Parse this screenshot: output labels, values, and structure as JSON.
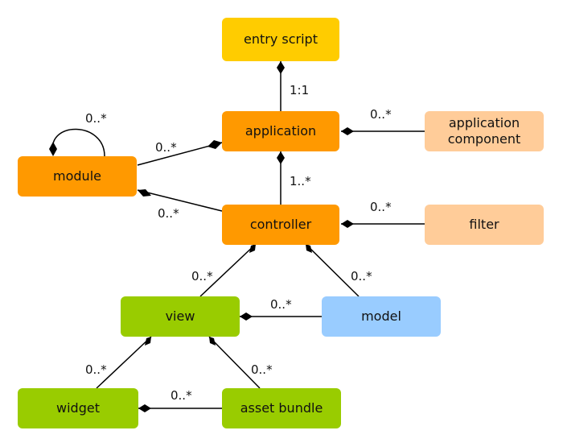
{
  "colors": {
    "yellow": "#FFCC00",
    "orange": "#FF9900",
    "peach": "#FFCC99",
    "green": "#99CC00",
    "blue": "#99CCFF",
    "line": "#000000"
  },
  "nodes": {
    "entry_script": "entry script",
    "application": "application",
    "application_component": "application\ncomponent",
    "module": "module",
    "controller": "controller",
    "filter": "filter",
    "view": "view",
    "model": "model",
    "widget": "widget",
    "asset_bundle": "asset bundle"
  },
  "multiplicities": {
    "module_self": "0..*",
    "application_module": "0..*",
    "entry_application": "1:1",
    "application_component": "0..*",
    "application_controller": "1..*",
    "module_controller": "0..*",
    "controller_filter": "0..*",
    "controller_view": "0..*",
    "controller_model": "0..*",
    "view_model": "0..*",
    "view_widget": "0..*",
    "view_asset_bundle": "0..*",
    "widget_asset_bundle": "0..*"
  }
}
